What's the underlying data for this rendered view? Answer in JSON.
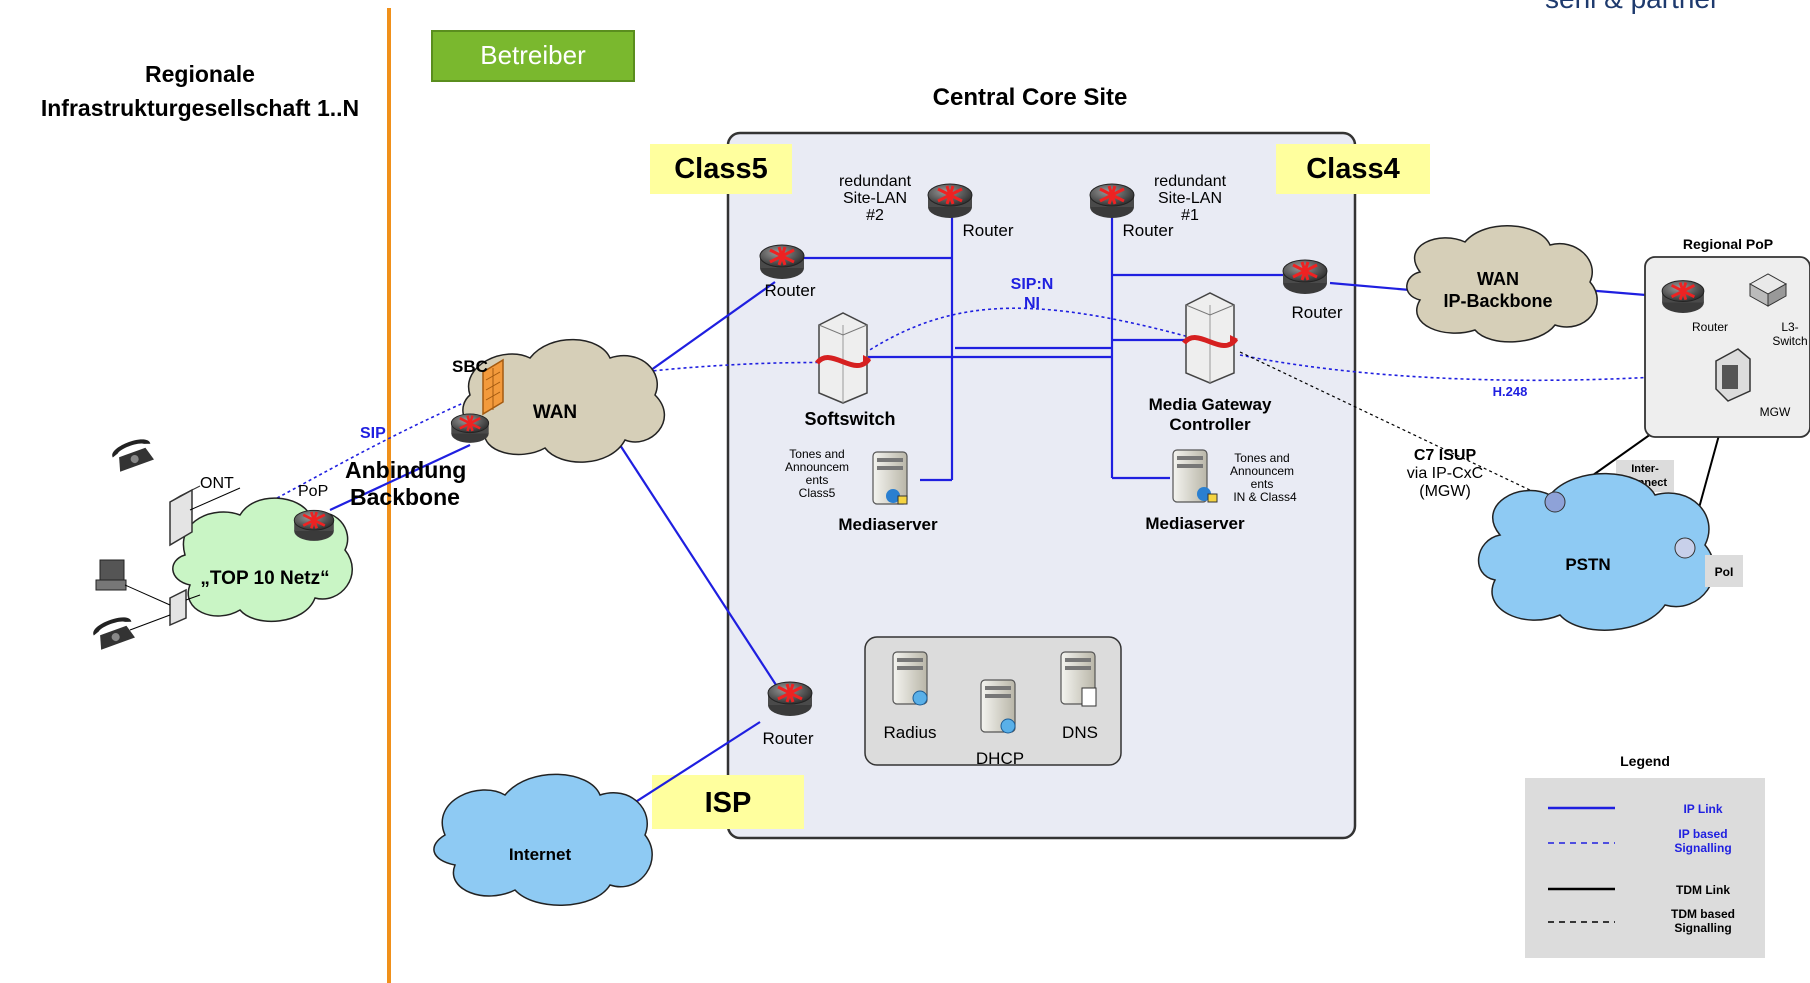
{
  "brand": "sehl & partner",
  "region": {
    "line1": "Regionale",
    "line2": "Infrastrukturgesellschaft 1..N"
  },
  "operator_tag": "Betreiber",
  "core": {
    "title": "Central Core Site",
    "class5": "Class5",
    "class4": "Class4",
    "isp": "ISP",
    "lan2": [
      "redundant",
      "Site-LAN",
      "#2"
    ],
    "lan1": [
      "redundant",
      "Site-LAN",
      "#1"
    ],
    "router": "Router",
    "softswitch": "Softswitch",
    "mgc": [
      "Media Gateway",
      "Controller"
    ],
    "sip_ni": [
      "SIP:N",
      "NI"
    ],
    "tones5": [
      "Tones and",
      "Announcem",
      "ents",
      "Class5"
    ],
    "tones4": [
      "Tones and",
      "Announcem",
      "ents",
      "IN & Class4"
    ],
    "mediaserver": "Mediaserver",
    "radius": "Radius",
    "dhcp": "DHCP",
    "dns": "DNS"
  },
  "access": {
    "sbc": "SBC",
    "wan": "WAN",
    "sip": "SIP",
    "anbindung": [
      "Anbindung",
      "Backbone"
    ],
    "ont": "ONT",
    "pop": "PoP",
    "top10": "„TOP 10 Netz“",
    "internet": "Internet"
  },
  "right": {
    "wan_backbone": [
      "WAN",
      "IP-Backbone"
    ],
    "regional_pop": "Regional PoP",
    "router": "Router",
    "l3switch": [
      "L3-",
      "Switch"
    ],
    "mgw": "MGW",
    "h248": "H.248",
    "c7": [
      "C7 ISUP",
      "via IP-CxC",
      "(MGW)"
    ],
    "interconnect": [
      "Inter-",
      "Connect"
    ],
    "pstn": "PSTN",
    "poi": "PoI"
  },
  "legend": {
    "title": "Legend",
    "ip_link": "IP Link",
    "ip_sig": [
      "IP based",
      "Signalling"
    ],
    "tdm_link": "TDM Link",
    "tdm_sig": [
      "TDM based",
      "Signalling"
    ]
  },
  "colors": {
    "ip": "#1f1fe0",
    "operator_line": "#f0901a",
    "operator_tag": "#7ab82e",
    "cloud": "#d6cfb8",
    "pstn": "#8ecaf3",
    "top10": "#c9f5c5",
    "label_bg": "#ffff9e",
    "core_bg": "#e9ebf4"
  }
}
